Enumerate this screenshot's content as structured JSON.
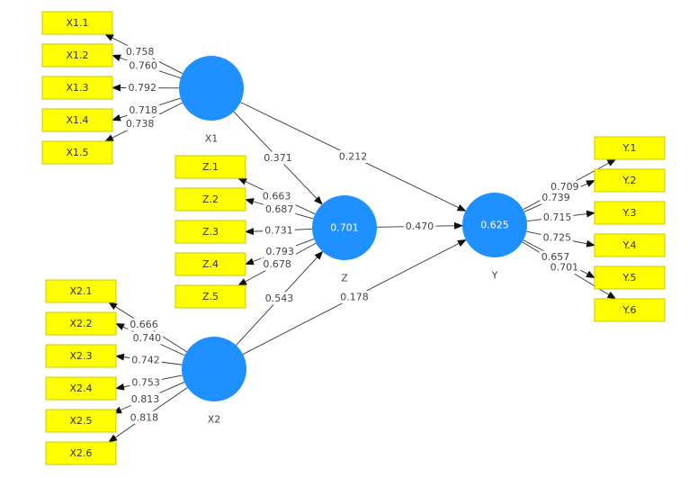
{
  "latent_variables": [
    {
      "id": "X1",
      "name": "X1",
      "r2": ""
    },
    {
      "id": "Z",
      "name": "Z",
      "r2": "0.701"
    },
    {
      "id": "X2",
      "name": "X2",
      "r2": ""
    },
    {
      "id": "Y",
      "name": "Y",
      "r2": "0.625"
    }
  ],
  "indicators": {
    "X1": [
      {
        "label": "X1.1",
        "loading": "0.758"
      },
      {
        "label": "X1.2",
        "loading": "0.760"
      },
      {
        "label": "X1.3",
        "loading": "0.792"
      },
      {
        "label": "X1.4",
        "loading": "0.718"
      },
      {
        "label": "X1.5",
        "loading": "0.738"
      }
    ],
    "Z": [
      {
        "label": "Z.1",
        "loading": "0.663"
      },
      {
        "label": "Z.2",
        "loading": "0.687"
      },
      {
        "label": "Z.3",
        "loading": "0.731"
      },
      {
        "label": "Z.4",
        "loading": "0.793"
      },
      {
        "label": "Z.5",
        "loading": "0.678"
      }
    ],
    "X2": [
      {
        "label": "X2.1",
        "loading": "0.666"
      },
      {
        "label": "X2.2",
        "loading": "0.740"
      },
      {
        "label": "X2.3",
        "loading": "0.742"
      },
      {
        "label": "X2.4",
        "loading": "0.753"
      },
      {
        "label": "X2.5",
        "loading": "0.813"
      },
      {
        "label": "X2.6",
        "loading": "0.818"
      }
    ],
    "Y": [
      {
        "label": "Y.1",
        "loading": "0.709"
      },
      {
        "label": "Y.2",
        "loading": "0.739"
      },
      {
        "label": "Y.3",
        "loading": "0.715"
      },
      {
        "label": "Y.4",
        "loading": "0.725"
      },
      {
        "label": "Y.5",
        "loading": "0.657"
      },
      {
        "label": "Y.6",
        "loading": "0.701"
      }
    ]
  },
  "paths": [
    {
      "from": "X1",
      "to": "Z",
      "coef": "0.371"
    },
    {
      "from": "X1",
      "to": "Y",
      "coef": "0.212"
    },
    {
      "from": "Z",
      "to": "Y",
      "coef": "0.470"
    },
    {
      "from": "X2",
      "to": "Z",
      "coef": "0.543"
    },
    {
      "from": "X2",
      "to": "Y",
      "coef": "0.178"
    }
  ],
  "colors": {
    "latent": "#1e90ff",
    "indicator": "#ffff00"
  }
}
